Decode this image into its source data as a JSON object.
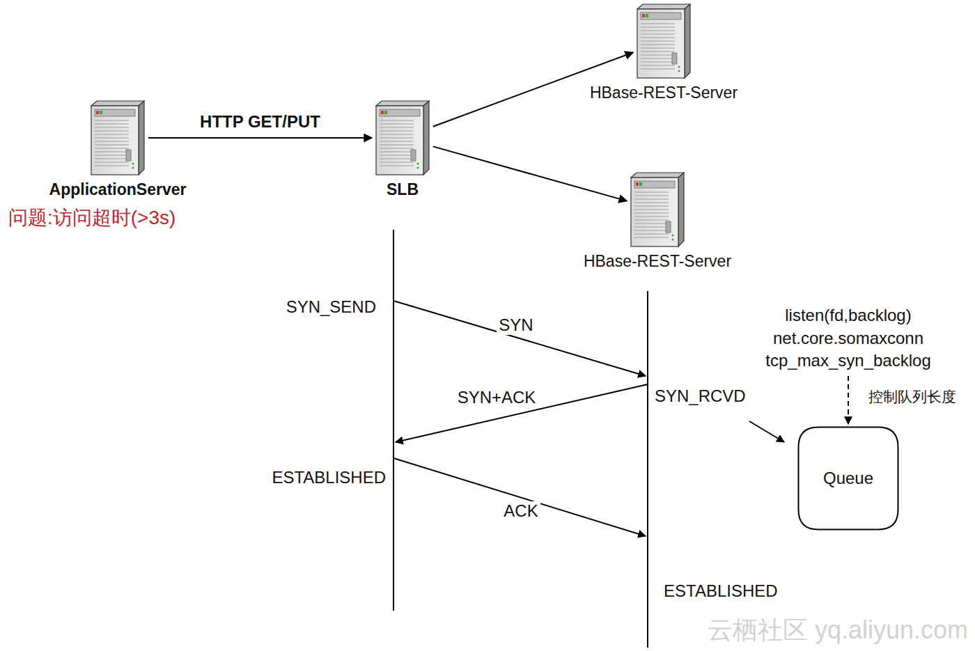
{
  "diagram": {
    "nodes": [
      {
        "text": [
          "ApplicationServer"
        ]
      },
      {
        "text": [
          "SLB"
        ]
      },
      {
        "text": [
          "HBase-REST-Server"
        ]
      },
      {
        "text": [
          "HBase-REST-Server"
        ]
      },
      {
        "text": [
          "Queue"
        ]
      }
    ],
    "edges": [
      {
        "from": 0,
        "to": 1,
        "label": "HTTP GET/PUT",
        "arrow": "to"
      },
      {
        "from": 1,
        "to": 2,
        "arrow": "to"
      },
      {
        "from": 1,
        "to": 3,
        "arrow": "to"
      }
    ],
    "labels": [
      "问题:访问超时(>3s)",
      "SYN_SEND",
      "SYN",
      "SYN+ACK",
      "SYN_RCVD",
      "ESTABLISHED",
      "ACK",
      "ESTABLISHED",
      "listen(fd,backlog)",
      "net.core.somaxconn",
      "tcp_max_syn_backlog",
      "控制队列长度",
      "云栖社区 yq.aliyun.com"
    ]
  }
}
